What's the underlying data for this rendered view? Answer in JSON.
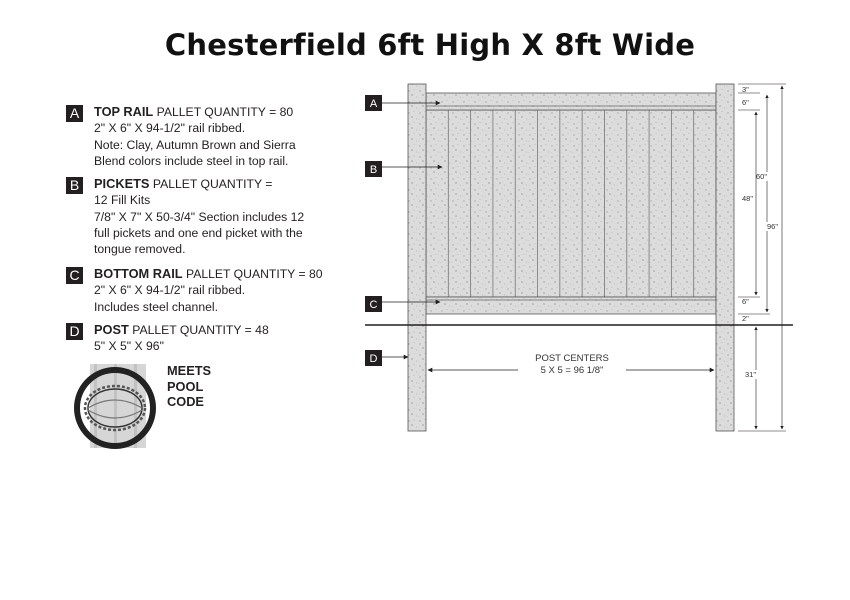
{
  "title": "Chesterfield 6ft High X 8ft Wide",
  "specs": [
    {
      "letter": "A",
      "heading": "TOP RAIL",
      "heading_rest": " PALLET QUANTITY = 80",
      "lines": [
        "2\" X 6\" X 94-1/2\" rail ribbed.",
        "Note: Clay, Autumn Brown and Sierra",
        "Blend colors include steel in top rail."
      ]
    },
    {
      "letter": "B",
      "heading": "PICKETS",
      "heading_rest": " PALLET QUANTITY =",
      "lines": [
        "12 Fill Kits",
        "7/8\" X 7\" X 50-3/4\" Section includes 12",
        "full pickets and one end picket with the",
        "tongue removed."
      ]
    },
    {
      "letter": "C",
      "heading": "BOTTOM RAIL",
      "heading_rest": " PALLET QUANTITY = 80",
      "lines": [
        "2\" X 6\" X 94-1/2\" rail ribbed.",
        "Includes steel channel."
      ]
    },
    {
      "letter": "D",
      "heading": "POST",
      "heading_rest": " PALLET QUANTITY = 48",
      "lines": [
        "5\" X 5\" X 96\""
      ]
    }
  ],
  "pool_code": [
    "MEETS",
    "POOL",
    "CODE"
  ],
  "diagram": {
    "callouts": [
      "A",
      "B",
      "C",
      "D"
    ],
    "dimensions": {
      "top_rail_gap": "3\"",
      "top_rail": "6\"",
      "section": "60\"",
      "pickets": "48\"",
      "bottom_rail": "6\"",
      "ground_gap": "2\"",
      "overall": "96\"",
      "buried": "31\""
    },
    "post_centers_label": "POST CENTERS",
    "post_centers_value": "5 X 5 = 96 1/8\""
  },
  "colors": {
    "ink": "#231f20",
    "fence_fill": "#dcdcdc",
    "stipple": "#a8a8a8"
  }
}
